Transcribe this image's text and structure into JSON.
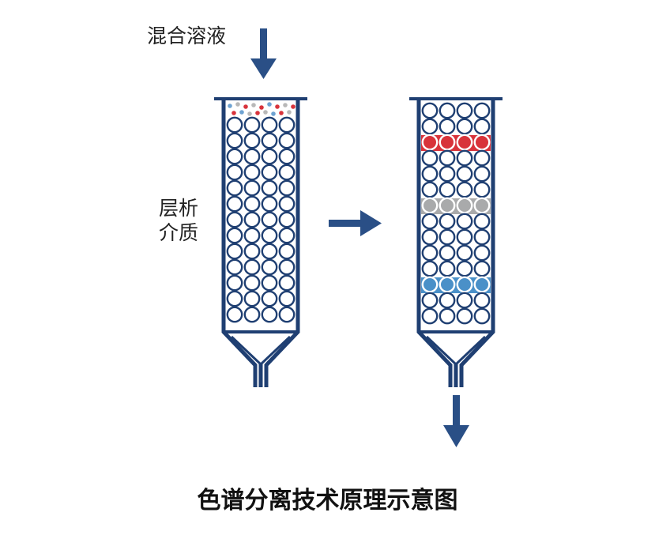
{
  "labels": {
    "input": "混合溶液",
    "medium": "层析介质",
    "caption": "色谱分离技术原理示意图"
  },
  "colors": {
    "column": "#1f3f72",
    "arrow": "#2a4f86",
    "band_red": "#d8333b",
    "band_gray": "#a9aaab",
    "band_blue": "#4a90c8",
    "dot_red": "#d8333b",
    "dot_blue": "#6fa3d2",
    "dot_gray": "#b8b8b8"
  },
  "icons": {
    "input_arrow": "arrow-down-icon",
    "process_arrow": "arrow-right-icon",
    "output_arrow": "arrow-down-icon"
  }
}
